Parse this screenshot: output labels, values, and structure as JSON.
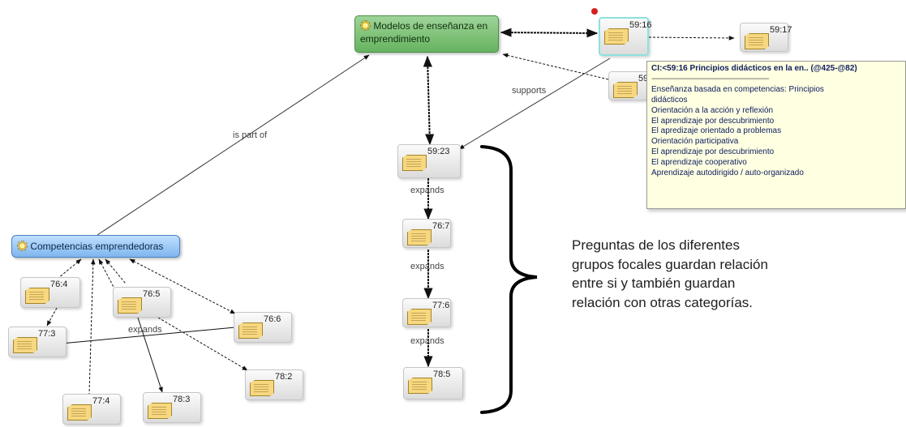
{
  "categories": {
    "modelos": {
      "label_line1": "Modelos de enseñanza en",
      "label_line2": "emprendimiento",
      "icon": "sun-icon"
    },
    "competencias": {
      "label": "Competencias emprendedoras",
      "icon": "sun-icon"
    }
  },
  "codes": {
    "c5916": "59:16",
    "c5917": "59:17",
    "c59x": "59",
    "c5923": "59:23",
    "c767": "76:7",
    "c776": "77:6",
    "c785": "78:5",
    "c764": "76:4",
    "c765": "76:5",
    "c766": "76:6",
    "c773": "77:3",
    "c782": "78:2",
    "c774": "77:4",
    "c783": "78:3"
  },
  "edge_labels": {
    "is_part_of": "is part of",
    "supports": "supports",
    "expands_1": "expands",
    "expands_2": "expands",
    "expands_3": "expands",
    "expands_left": "expands"
  },
  "tooltip": {
    "title": "CI:<59:16 Principios didácticos en la en.. (@425-@82)",
    "separator": "--------------------------------------------------------------",
    "lines": [
      "Enseñanza basada en competencias: Principios",
      "didácticos",
      "Orientación a la acción y reflexión",
      "El aprendizaje por descubrimiento",
      "El apredizaje orientado a problemas",
      "Orientación participativa",
      "El aprendizaje por descubrimiento",
      "El aprendizaje cooperativo",
      "Aprendizaje autodirigido / auto-organizado"
    ]
  },
  "note": {
    "lines": [
      "Preguntas de los diferentes",
      "grupos focales guardan relación",
      "entre si y también guardan",
      "relación con otras categorías."
    ]
  }
}
